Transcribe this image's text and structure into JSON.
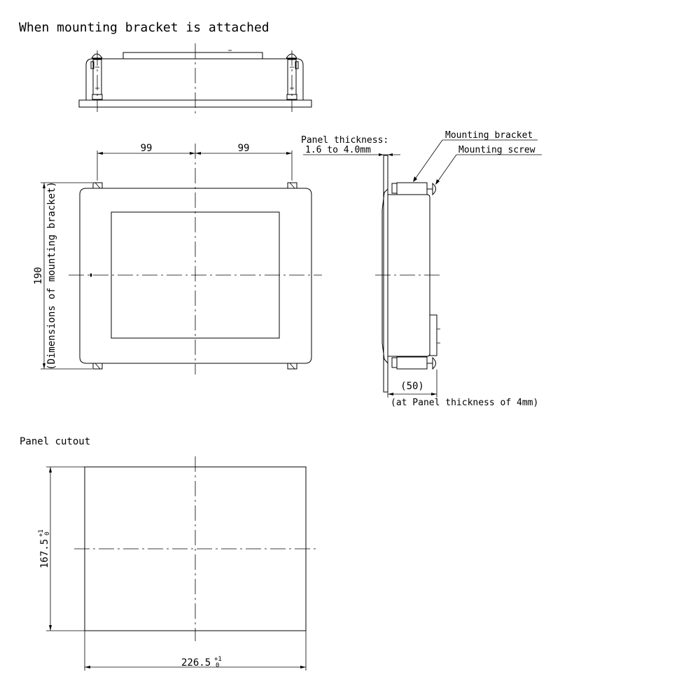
{
  "titles": {
    "bracket_view": "When mounting bracket is attached",
    "panel_cutout": "Panel cutout"
  },
  "front_view": {
    "dim_left": "99",
    "dim_right": "99",
    "dim_height": "190",
    "dim_height_note": "(Dimensions of mounting bracket)"
  },
  "side_view": {
    "panel_thickness_label": "Panel thickness:",
    "panel_thickness_value": "1.6 to 4.0mm",
    "mounting_bracket": "Mounting bracket",
    "mounting_screw": "Mounting screw",
    "depth": "(50)",
    "depth_note": "(at Panel thickness of 4mm)"
  },
  "cutout": {
    "height_value": "167.5",
    "height_tol_upper": "+1",
    "height_tol_lower": "0",
    "width_value": "226.5",
    "width_tol_upper": "+1",
    "width_tol_lower": "0"
  }
}
